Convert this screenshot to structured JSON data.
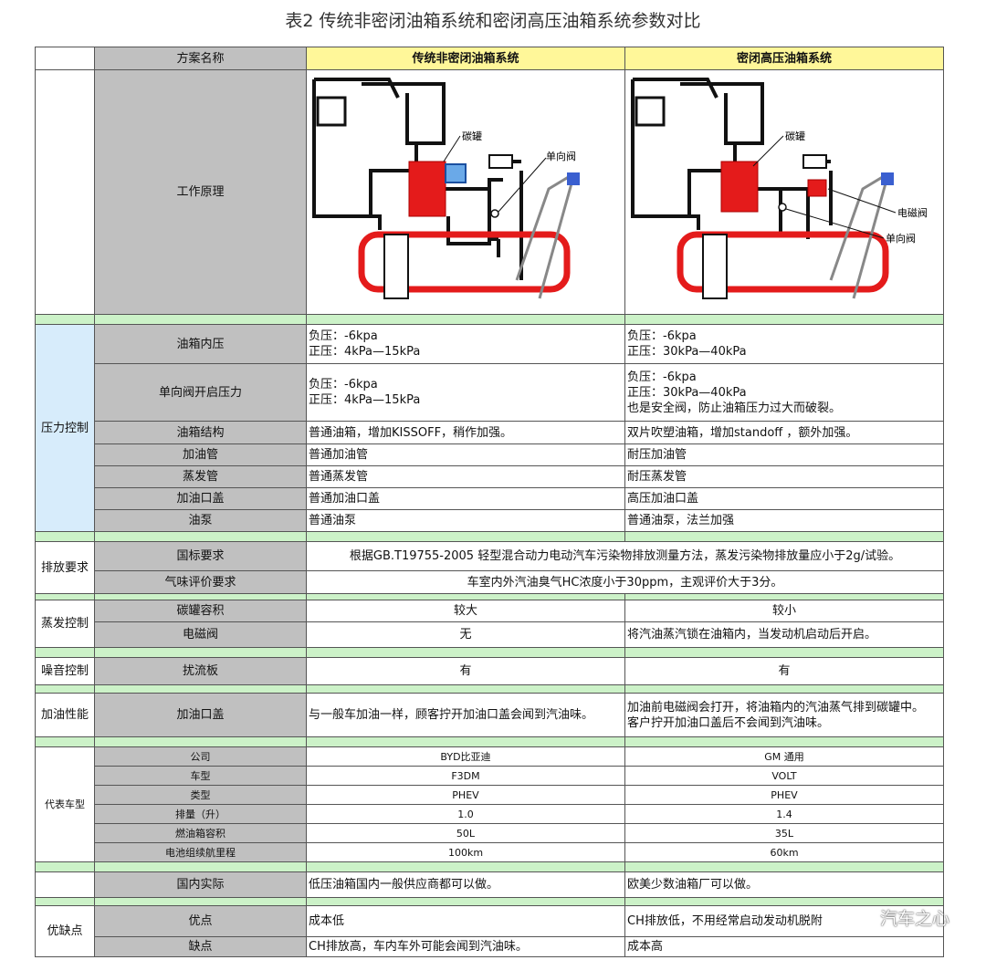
{
  "title": "表2 传统非密闭油箱系统和密闭高压油箱系统参数对比",
  "header": {
    "col_label": "方案名称",
    "col_a": "传统非密闭油箱系统",
    "col_b": "密闭高压油箱系统"
  },
  "diagram": {
    "row_label": "工作原理",
    "a_labels": [
      "碳罐",
      "单向阀"
    ],
    "b_labels": [
      "碳罐",
      "电磁阀",
      "单向阀"
    ]
  },
  "sections": [
    {
      "group": "压力控制",
      "rows": [
        {
          "label": "油箱内压",
          "a": "负压：-6kpa\n正压：4kPa—15kPa",
          "b": "负压：-6kpa\n正压：30kPa—40kPa"
        },
        {
          "label": "单向阀开启压力",
          "a": "负压：-6kpa\n正压：4kPa—15kPa",
          "b": "负压：-6kpa\n正压：30kPa—40kPa\n也是安全阀，防止油箱压力过大而破裂。"
        },
        {
          "label": "油箱结构",
          "a": "普通油箱，增加KISSOFF，稍作加强。",
          "b": "双片吹塑油箱，增加standoff ，额外加强。"
        },
        {
          "label": "加油管",
          "a": "普通加油管",
          "b": "耐压加油管"
        },
        {
          "label": "蒸发管",
          "a": "普通蒸发管",
          "b": "耐压蒸发管"
        },
        {
          "label": "加油口盖",
          "a": "普通加油口盖",
          "b": "高压加油口盖"
        },
        {
          "label": "油泵",
          "a": "普通油泵",
          "b": "普通油泵，法兰加强"
        }
      ]
    },
    {
      "group": "排放要求",
      "rows": [
        {
          "label": "国标要求",
          "merged": "根据GB.T19755-2005 轻型混合动力电动汽车污染物排放测量方法，蒸发污染物排放量应小于2g/试验。"
        },
        {
          "label": "气味评价要求",
          "merged": "车室内外汽油臭气HC浓度小于30ppm，主观评价大于3分。"
        }
      ]
    },
    {
      "group": "蒸发控制",
      "rows": [
        {
          "label": "碳罐容积",
          "a": "较大",
          "b": "较小",
          "center": true
        },
        {
          "label": "电磁阀",
          "a": "无",
          "b": "将汽油蒸汽锁在油箱内，当发动机启动后开启。",
          "center_a": true
        }
      ]
    },
    {
      "group": "噪音控制",
      "rows": [
        {
          "label": "扰流板",
          "a": "有",
          "b": "有",
          "center": true
        }
      ]
    },
    {
      "group": "加油性能",
      "rows": [
        {
          "label": "加油口盖",
          "a": "与一般车加油一样，顾客拧开加油口盖会闻到汽油味。",
          "b": "加油前电磁阀会打开，将油箱内的汽油蒸气排到碳罐中。\n客户拧开加油口盖后不会闻到汽油味。"
        }
      ]
    },
    {
      "group": "代表车型",
      "small": true,
      "rows": [
        {
          "label": "公司",
          "a": "BYD比亚迪",
          "b": "GM 通用",
          "center": true
        },
        {
          "label": "车型",
          "a": "F3DM",
          "b": "VOLT",
          "center": true
        },
        {
          "label": "类型",
          "a": "PHEV",
          "b": "PHEV",
          "center": true
        },
        {
          "label": "排量（升）",
          "a": "1.0",
          "b": "1.4",
          "center": true
        },
        {
          "label": "燃油箱容积",
          "a": "50L",
          "b": "35L",
          "center": true
        },
        {
          "label": "电池组续航里程",
          "a": "100km",
          "b": "60km",
          "center": true
        }
      ]
    },
    {
      "group": "",
      "rows": [
        {
          "label": "国内实际",
          "a": "低压油箱国内一般供应商都可以做。",
          "b": "欧美少数油箱厂可以做。"
        }
      ]
    },
    {
      "group": "优缺点",
      "rows": [
        {
          "label": "优点",
          "a": "成本低",
          "b": "CH排放低，不用经常启动发动机脱附"
        },
        {
          "label": "缺点",
          "a": "CH排放高，车内车外可能会闻到汽油味。",
          "b": "成本高"
        }
      ]
    }
  ],
  "watermark": "汽车之心"
}
